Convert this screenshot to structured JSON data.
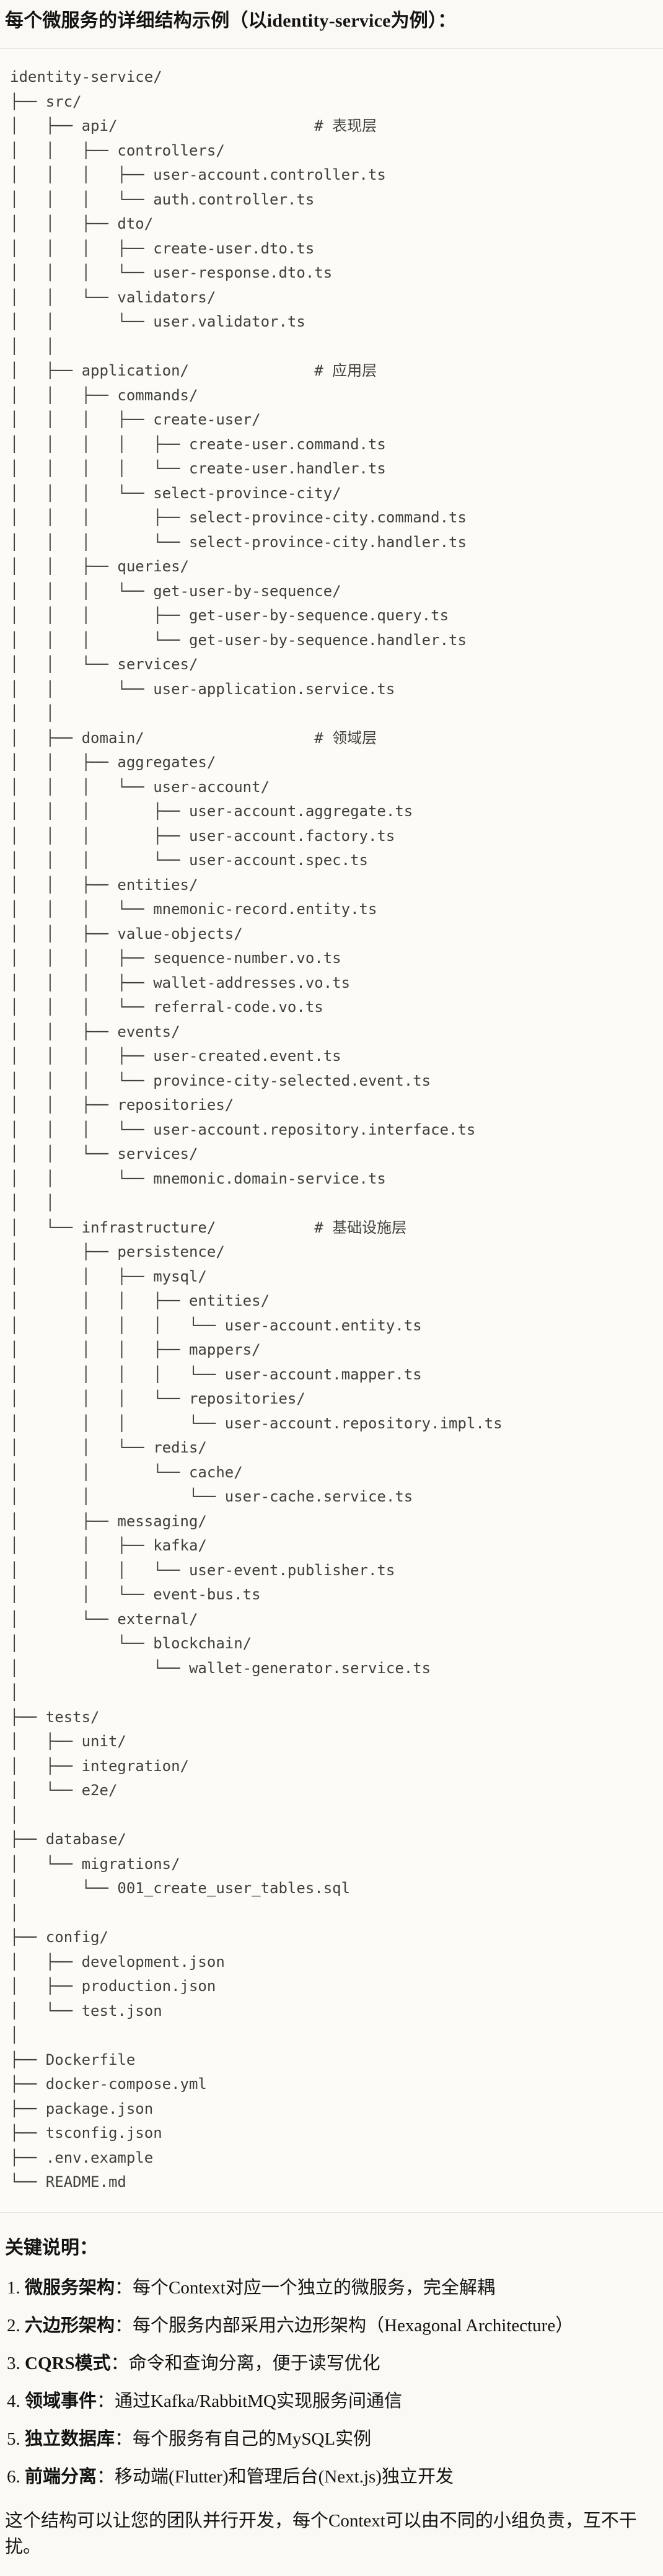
{
  "title": "每个微服务的详细结构示例（以identity-service为例）：",
  "tree_lines": [
    "identity-service/",
    "├── src/",
    "│   ├── api/                      # 表现层",
    "│   │   ├── controllers/",
    "│   │   │   ├── user-account.controller.ts",
    "│   │   │   └── auth.controller.ts",
    "│   │   ├── dto/",
    "│   │   │   ├── create-user.dto.ts",
    "│   │   │   └── user-response.dto.ts",
    "│   │   └── validators/",
    "│   │       └── user.validator.ts",
    "│   │",
    "│   ├── application/              # 应用层",
    "│   │   ├── commands/",
    "│   │   │   ├── create-user/",
    "│   │   │   │   ├── create-user.command.ts",
    "│   │   │   │   └── create-user.handler.ts",
    "│   │   │   └── select-province-city/",
    "│   │   │       ├── select-province-city.command.ts",
    "│   │   │       └── select-province-city.handler.ts",
    "│   │   ├── queries/",
    "│   │   │   └── get-user-by-sequence/",
    "│   │   │       ├── get-user-by-sequence.query.ts",
    "│   │   │       └── get-user-by-sequence.handler.ts",
    "│   │   └── services/",
    "│   │       └── user-application.service.ts",
    "│   │",
    "│   ├── domain/                   # 领域层",
    "│   │   ├── aggregates/",
    "│   │   │   └── user-account/",
    "│   │   │       ├── user-account.aggregate.ts",
    "│   │   │       ├── user-account.factory.ts",
    "│   │   │       └── user-account.spec.ts",
    "│   │   ├── entities/",
    "│   │   │   └── mnemonic-record.entity.ts",
    "│   │   ├── value-objects/",
    "│   │   │   ├── sequence-number.vo.ts",
    "│   │   │   ├── wallet-addresses.vo.ts",
    "│   │   │   └── referral-code.vo.ts",
    "│   │   ├── events/",
    "│   │   │   ├── user-created.event.ts",
    "│   │   │   └── province-city-selected.event.ts",
    "│   │   ├── repositories/",
    "│   │   │   └── user-account.repository.interface.ts",
    "│   │   └── services/",
    "│   │       └── mnemonic.domain-service.ts",
    "│   │",
    "│   └── infrastructure/           # 基础设施层",
    "│       ├── persistence/",
    "│       │   ├── mysql/",
    "│       │   │   ├── entities/",
    "│       │   │   │   └── user-account.entity.ts",
    "│       │   │   ├── mappers/",
    "│       │   │   │   └── user-account.mapper.ts",
    "│       │   │   └── repositories/",
    "│       │   │       └── user-account.repository.impl.ts",
    "│       │   └── redis/",
    "│       │       └── cache/",
    "│       │           └── user-cache.service.ts",
    "│       ├── messaging/",
    "│       │   ├── kafka/",
    "│       │   │   └── user-event.publisher.ts",
    "│       │   └── event-bus.ts",
    "│       └── external/",
    "│           └── blockchain/",
    "│               └── wallet-generator.service.ts",
    "│",
    "├── tests/",
    "│   ├── unit/",
    "│   ├── integration/",
    "│   └── e2e/",
    "│",
    "├── database/",
    "│   └── migrations/",
    "│       └── 001_create_user_tables.sql",
    "│",
    "├── config/",
    "│   ├── development.json",
    "│   ├── production.json",
    "│   └── test.json",
    "│",
    "├── Dockerfile",
    "├── docker-compose.yml",
    "├── package.json",
    "├── tsconfig.json",
    "├── .env.example",
    "└── README.md"
  ],
  "notes": {
    "heading": "关键说明：",
    "colon": "：",
    "items": [
      {
        "term": "微服务架构",
        "desc": "每个Context对应一个独立的微服务，完全解耦"
      },
      {
        "term": "六边形架构",
        "desc": "每个服务内部采用六边形架构（Hexagonal Architecture）"
      },
      {
        "term": "CQRS模式",
        "desc": "命令和查询分离，便于读写优化"
      },
      {
        "term": "领域事件",
        "desc": "通过Kafka/RabbitMQ实现服务间通信"
      },
      {
        "term": "独立数据库",
        "desc": "每个服务有自己的MySQL实例"
      },
      {
        "term": "前端分离",
        "desc": "移动端(Flutter)和管理后台(Next.js)独立开发"
      }
    ],
    "footer": "这个结构可以让您的团队并行开发，每个Context可以由不同的小组负责，互不干扰。"
  },
  "colors": {
    "page_background": "#faf9f5",
    "code_background": "#fcfbf8",
    "code_border": "#e8e6e0",
    "code_text": "#40403b",
    "body_text": "#141413"
  }
}
